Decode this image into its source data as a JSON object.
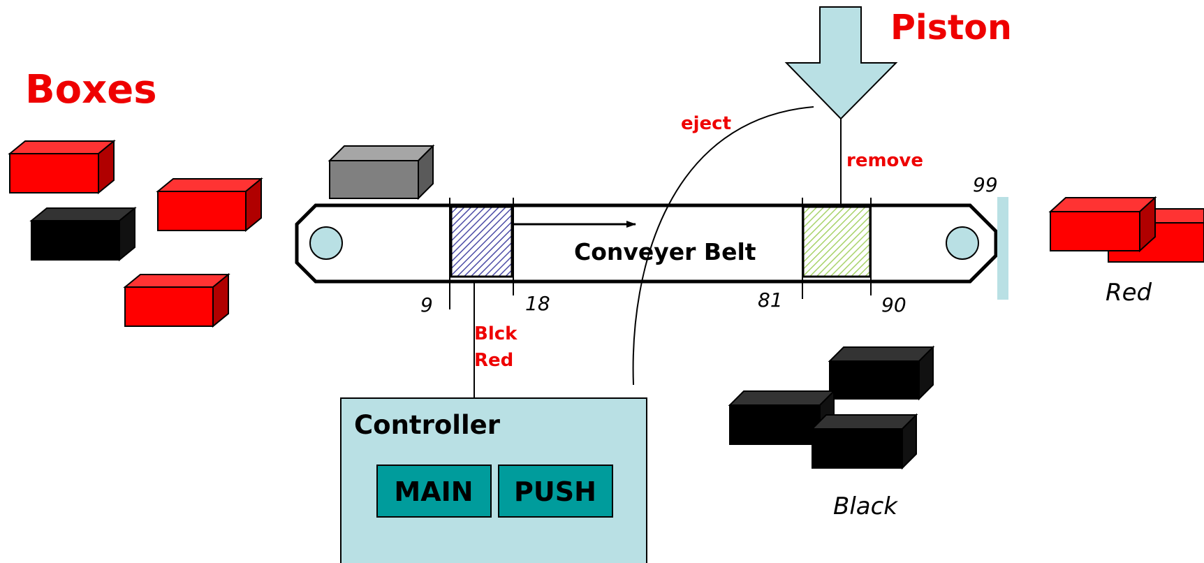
{
  "titles": {
    "boxes": "Boxes",
    "piston": "Piston"
  },
  "belt": {
    "label": "Conveyer Belt",
    "ticks": [
      "9",
      "18",
      "81",
      "90",
      "99"
    ]
  },
  "signals": {
    "eject": "eject",
    "remove": "remove",
    "sensor_line1": "Blck",
    "sensor_line2": "Red"
  },
  "controller": {
    "title": "Controller",
    "buttons": [
      "MAIN",
      "PUSH"
    ]
  },
  "bins": {
    "red": "Red",
    "black": "Black"
  },
  "colors": {
    "accent_red": "#ee0000",
    "light_teal": "#b9e0e4",
    "button_teal": "#009c9c",
    "box_red": "#ff0000",
    "box_black": "#000000",
    "box_gray": "#808080"
  }
}
